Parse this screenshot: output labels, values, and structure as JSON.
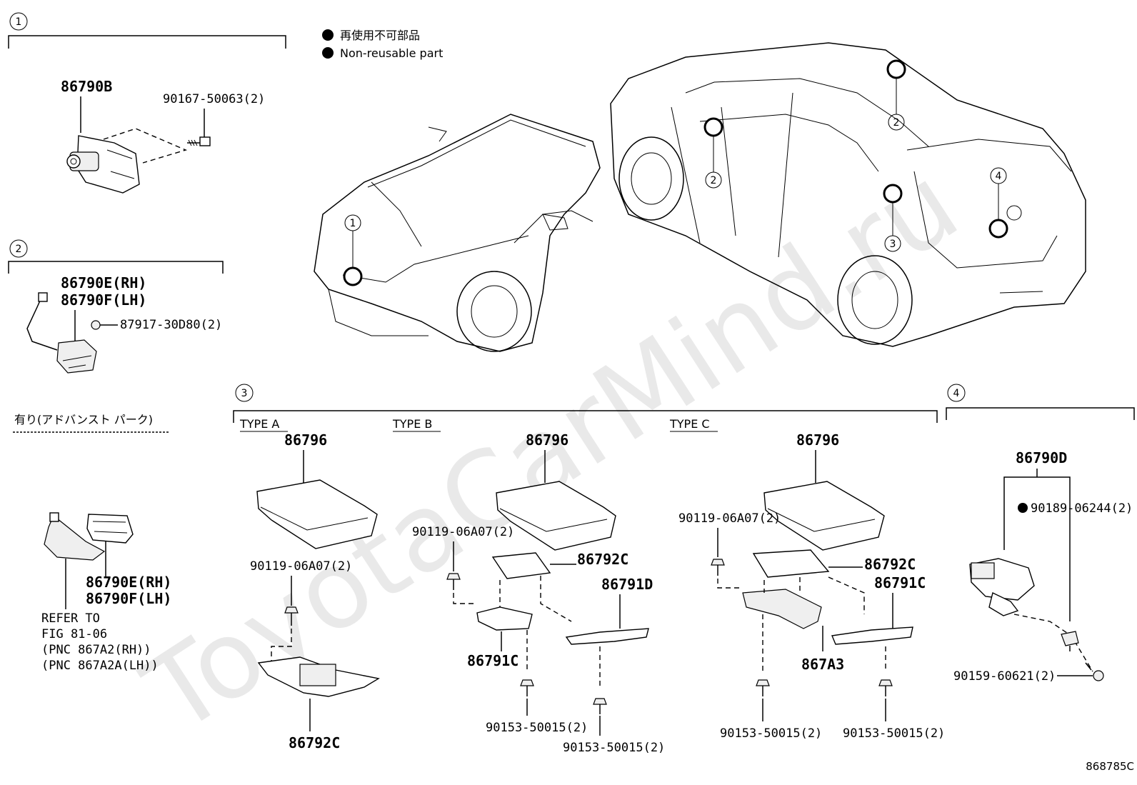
{
  "legend": {
    "line1": "再使用不可部品",
    "line2": "Non-reusable part"
  },
  "section_numbers": [
    "1",
    "2",
    "3",
    "4"
  ],
  "group1": {
    "part_main": "86790B",
    "part_bolt": "90167-50063(2)"
  },
  "group2": {
    "part_rh": "86790E(RH)",
    "part_lh": "86790F(LH)",
    "part_screw": "87917-30D80(2)"
  },
  "advanced_park": {
    "header": "有り(アドバンスト パーク)",
    "part_rh": "86790E(RH)",
    "part_lh": "86790F(LH)",
    "refer_lines": [
      "REFER TO",
      "FIG 81-06",
      "(PNC 867A2(RH))",
      "(PNC 867A2A(LH))"
    ]
  },
  "group3": {
    "type_a": {
      "label": "TYPE A",
      "cover": "86796",
      "bolt": "90119-06A07(2)",
      "bracket": "86792C"
    },
    "type_b": {
      "label": "TYPE B",
      "cover": "86796",
      "bolt": "90119-06A07(2)",
      "module": "86792C",
      "bracket_d": "86791D",
      "bracket_c": "86791C",
      "bolt_lower_1": "90153-50015(2)",
      "bolt_lower_2": "90153-50015(2)"
    },
    "type_c": {
      "label": "TYPE C",
      "cover": "86796",
      "bolt": "90119-06A07(2)",
      "module": "86792C",
      "bracket_c": "86791C",
      "ecu": "867A3",
      "bolt_lower_1": "90153-50015(2)",
      "bolt_lower_2": "90153-50015(2)"
    }
  },
  "group4": {
    "part_main": "86790D",
    "part_clip": "90189-06244(2)",
    "part_screw": "90159-60621(2)"
  },
  "car_callouts": [
    "1",
    "2",
    "2",
    "3",
    "4"
  ],
  "watermark": "ToyotaCarMind.ru",
  "figure_code": "868785C"
}
